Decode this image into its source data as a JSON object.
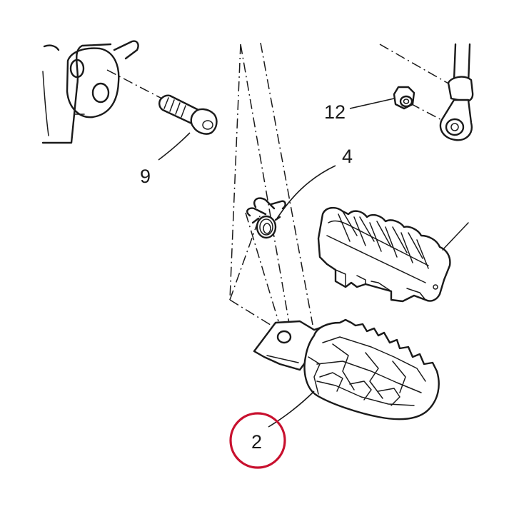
{
  "callouts": {
    "c9": "9",
    "c4": "4",
    "c12": "12",
    "c2": "2"
  },
  "colors": {
    "line": "#1a1a1a",
    "highlight_circle": "#c8102e",
    "background": "#ffffff"
  }
}
